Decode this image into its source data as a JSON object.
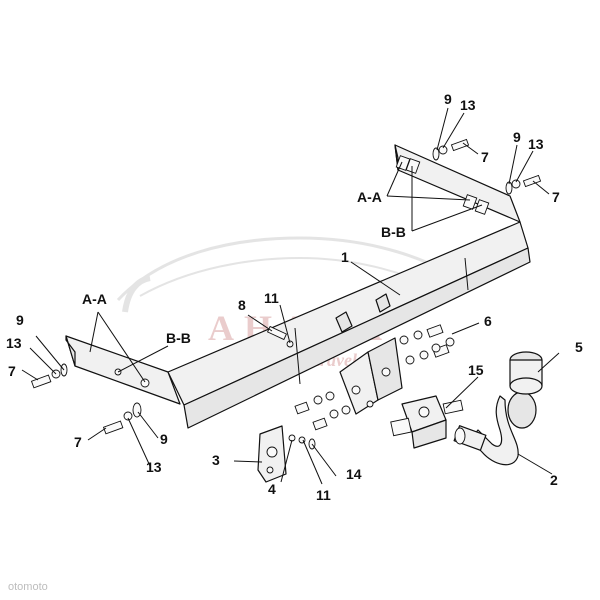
{
  "watermark": {
    "brand": "AHAKA",
    "tagline": "pack and travel",
    "color": "#d9a3a3",
    "swoosh_color": "#cfcfcf"
  },
  "corner_logo": "otomoto",
  "callouts": [
    {
      "id": "lbl-1",
      "text": "1"
    },
    {
      "id": "lbl-2",
      "text": "2"
    },
    {
      "id": "lbl-3",
      "text": "3"
    },
    {
      "id": "lbl-4",
      "text": "4"
    },
    {
      "id": "lbl-5",
      "text": "5"
    },
    {
      "id": "lbl-6",
      "text": "6"
    },
    {
      "id": "lbl-7a",
      "text": "7"
    },
    {
      "id": "lbl-7b",
      "text": "7"
    },
    {
      "id": "lbl-7c",
      "text": "7"
    },
    {
      "id": "lbl-7d",
      "text": "7"
    },
    {
      "id": "lbl-8",
      "text": "8"
    },
    {
      "id": "lbl-9a",
      "text": "9"
    },
    {
      "id": "lbl-9b",
      "text": "9"
    },
    {
      "id": "lbl-9c",
      "text": "9"
    },
    {
      "id": "lbl-9d",
      "text": "9"
    },
    {
      "id": "lbl-11a",
      "text": "11"
    },
    {
      "id": "lbl-11b",
      "text": "11"
    },
    {
      "id": "lbl-13a",
      "text": "13"
    },
    {
      "id": "lbl-13b",
      "text": "13"
    },
    {
      "id": "lbl-13c",
      "text": "13"
    },
    {
      "id": "lbl-13d",
      "text": "13"
    },
    {
      "id": "lbl-14",
      "text": "14"
    },
    {
      "id": "lbl-15",
      "text": "15"
    }
  ],
  "section_marks": {
    "aa_right": "A-A",
    "bb_right": "B-B",
    "aa_left": "A-A",
    "bb_left": "B-B"
  }
}
